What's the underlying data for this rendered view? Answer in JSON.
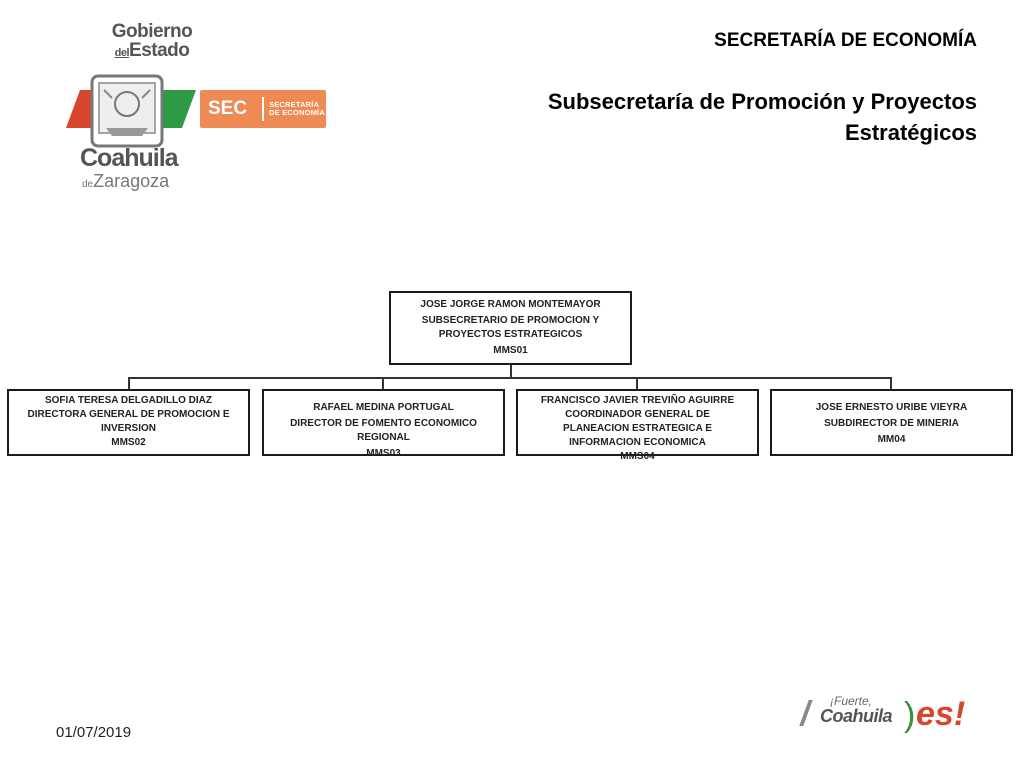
{
  "header": {
    "logo_gobierno_line1": "Gobierno",
    "logo_gobierno_del": "del",
    "logo_gobierno_estado": "Estado",
    "logo_sec": "SEC",
    "logo_sec_sub_line1": "SECRETARÍA",
    "logo_sec_sub_line2": "DE ECONOMÍA",
    "logo_coahuila": "Coahuila",
    "logo_de": "de",
    "logo_zaragoza": "Zaragoza",
    "secretaria_title": "SECRETARÍA DE ECONOMÍA",
    "subsecretaria_title": "Subsecretaría  de Promoción y Proyectos Estratégicos"
  },
  "org": {
    "root": {
      "name": "JOSE JORGE RAMON MONTEMAYOR",
      "position": "SUBSECRETARIO DE PROMOCION Y PROYECTOS ESTRATEGICOS",
      "code": "MMS01"
    },
    "children": [
      {
        "name": "SOFIA TERESA DELGADILLO DIAZ",
        "position": "DIRECTORA GENERAL DE PROMOCION E INVERSION",
        "code": "MMS02"
      },
      {
        "name": "RAFAEL MEDINA PORTUGAL",
        "position": "DIRECTOR DE FOMENTO ECONOMICO REGIONAL",
        "code": "MMS03"
      },
      {
        "name": "FRANCISCO JAVIER TREVIÑO AGUIRRE",
        "position": "COORDINADOR GENERAL DE PLANEACION ESTRATEGICA E INFORMACION ECONOMICA",
        "code": "MMS04"
      },
      {
        "name": "JOSE ERNESTO URIBE VIEYRA",
        "position": "SUBDIRECTOR DE MINERIA",
        "code": "MM04"
      }
    ]
  },
  "footer": {
    "date": "01/07/2019",
    "logo_fuerte": "¡Fuerte,",
    "logo_coahuila": "Coahuila",
    "logo_es": "es!"
  },
  "colors": {
    "sec_orange": "#ef8a55",
    "flag_green": "#2e9a46",
    "flag_red": "#d8472d",
    "border": "#1a1a1a"
  }
}
